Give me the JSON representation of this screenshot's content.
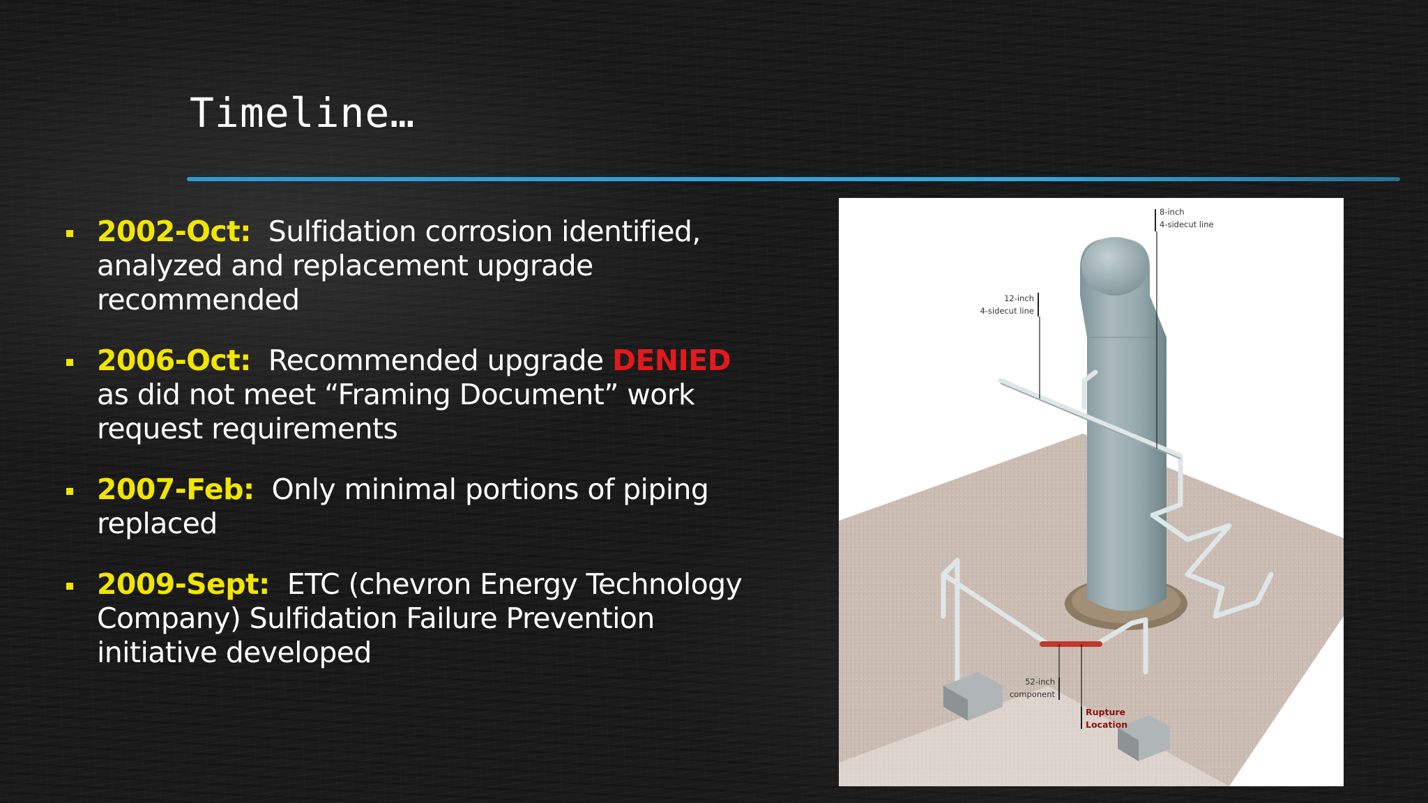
{
  "slide": {
    "title": "Timeline…",
    "accent_colors": {
      "rule": "#34a7dd",
      "date": "#f2e600",
      "denied": "#e4191b"
    },
    "bullets": [
      {
        "date": "2002-Oct:",
        "text": "Sulfidation corrosion identified, analyzed and replacement upgrade recommended"
      },
      {
        "date": "2006-Oct:",
        "text_before": "Recommended upgrade",
        "highlight": "DENIED",
        "text_after": "as did not meet “Framing Document” work request requirements"
      },
      {
        "date": "2007-Feb:",
        "text": "Only minimal portions of piping replaced"
      },
      {
        "date": "2009-Sept:",
        "text": "ETC (chevron Energy Technology Company) Sulfidation Failure Prevention initiative developed"
      }
    ],
    "diagram": {
      "labels": {
        "line_8_a": "8-inch",
        "line_8_b": "4-sidecut line",
        "line_12_a": "12-inch",
        "line_12_b": "4-sidecut line",
        "comp_a": "52-inch",
        "comp_b": "component",
        "rupture_a": "Rupture",
        "rupture_b": "Location"
      }
    }
  }
}
